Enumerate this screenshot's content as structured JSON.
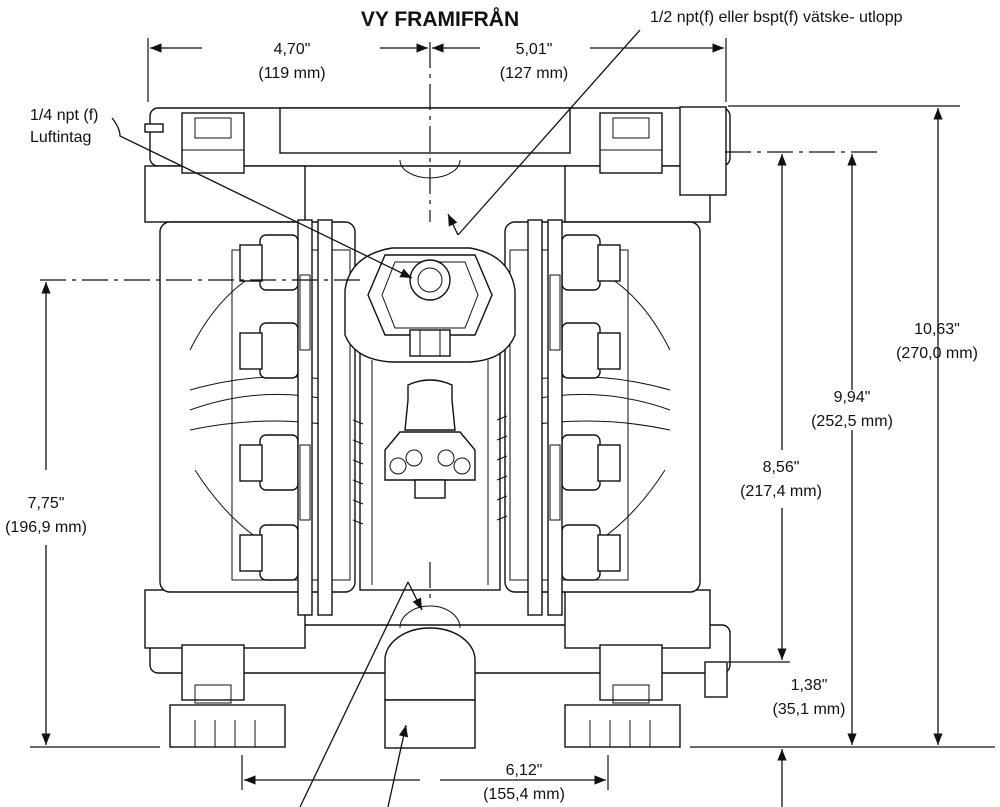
{
  "title": "VY FRAMIFRÅN",
  "callouts": {
    "fluid_outlet": "1/2 npt(f) eller bspt(f) vätske- utlopp",
    "air_inlet_line1": "1/4 npt (f)",
    "air_inlet_line2": "Luftintag"
  },
  "dimensions": {
    "left_width": {
      "in": "4,70\"",
      "mm": "(119 mm)"
    },
    "right_width": {
      "in": "5,01\"",
      "mm": "(127 mm)"
    },
    "overall_height": {
      "in": "10,63\"",
      "mm": "(270,0 mm)"
    },
    "outlet_height": {
      "in": "9,94\"",
      "mm": "(252,5 mm)"
    },
    "outlet_spacing": {
      "in": "8,56\"",
      "mm": "(217,4 mm)"
    },
    "air_inlet_height": {
      "in": "7,75\"",
      "mm": "(196,9 mm)"
    },
    "inlet_height": {
      "in": "1,38\"",
      "mm": "(35,1 mm)"
    },
    "base_width": {
      "in": "6,12\"",
      "mm": "(155,4 mm)"
    }
  }
}
